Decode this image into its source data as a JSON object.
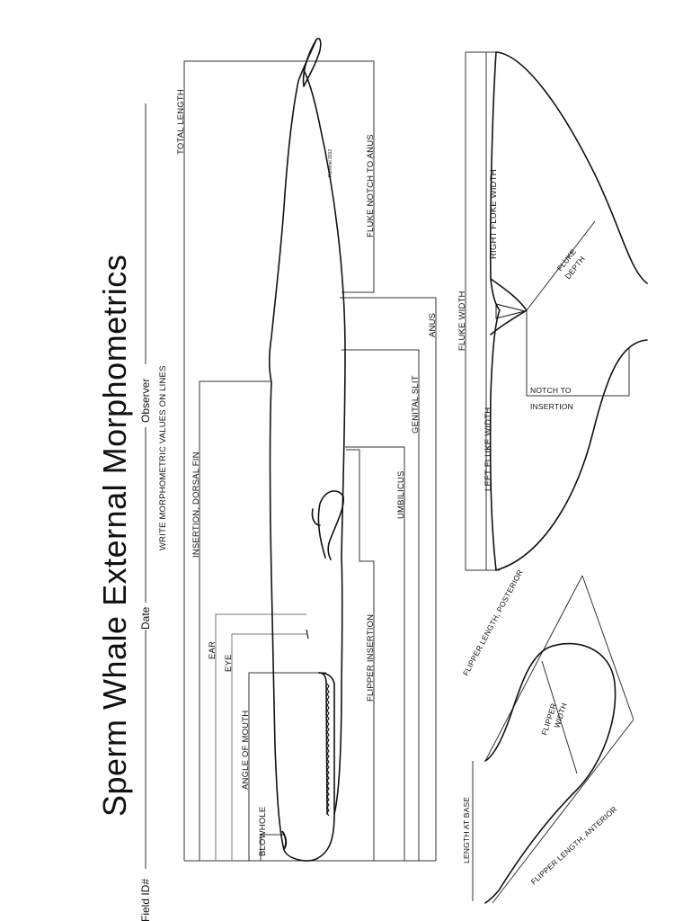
{
  "title": "Sperm Whale External Morphometrics",
  "header": {
    "field_id_label": "Field ID#",
    "date_label": "Date",
    "observer_label": "Observer"
  },
  "instruction": "WRITE MORPHOMETRIC VALUES ON LINES",
  "body_measurements": {
    "total_length": "TOTAL LENGTH",
    "fluke_notch_to_anus": "FLUKE NOTCH TO ANUS",
    "insertion_dorsal_fin": "INSERTION, DORSAL FIN",
    "ear": "EAR",
    "eye": "EYE",
    "angle_of_mouth": "ANGLE OF MOUTH",
    "blowhole": "BLOWHOLE",
    "flipper_insertion": "FLIPPER INSERTION",
    "umbilicus": "UMBILICUS",
    "genital_slit": "GENITAL SLIT",
    "anus": "ANUS"
  },
  "fluke_measurements": {
    "fluke_width": "FLUKE WIDTH",
    "right_fluke_width": "RIGHT FLUKE WIDTH",
    "left_fluke_width": "LEFT FLUKE WIDTH",
    "fluke_depth_line1": "FLUKE",
    "fluke_depth_line2": "DEPTH",
    "notch_to_insertion_line1": "NOTCH TO",
    "notch_to_insertion_line2": "INSERTION"
  },
  "flipper_measurements": {
    "flipper_length_posterior": "FLIPPER LENGTH, POSTERIOR",
    "flipper_length_anterior": "FLIPPER LENGTH, ANTERIOR",
    "length_at_base": "LENGTH AT BASE",
    "flipper_width_line1": "FLIPPER",
    "flipper_width_line2": "WIDTH"
  },
  "credit": "Rommel 2012",
  "colors": {
    "ink": "#111111",
    "line": "#333333",
    "background": "#ffffff"
  }
}
